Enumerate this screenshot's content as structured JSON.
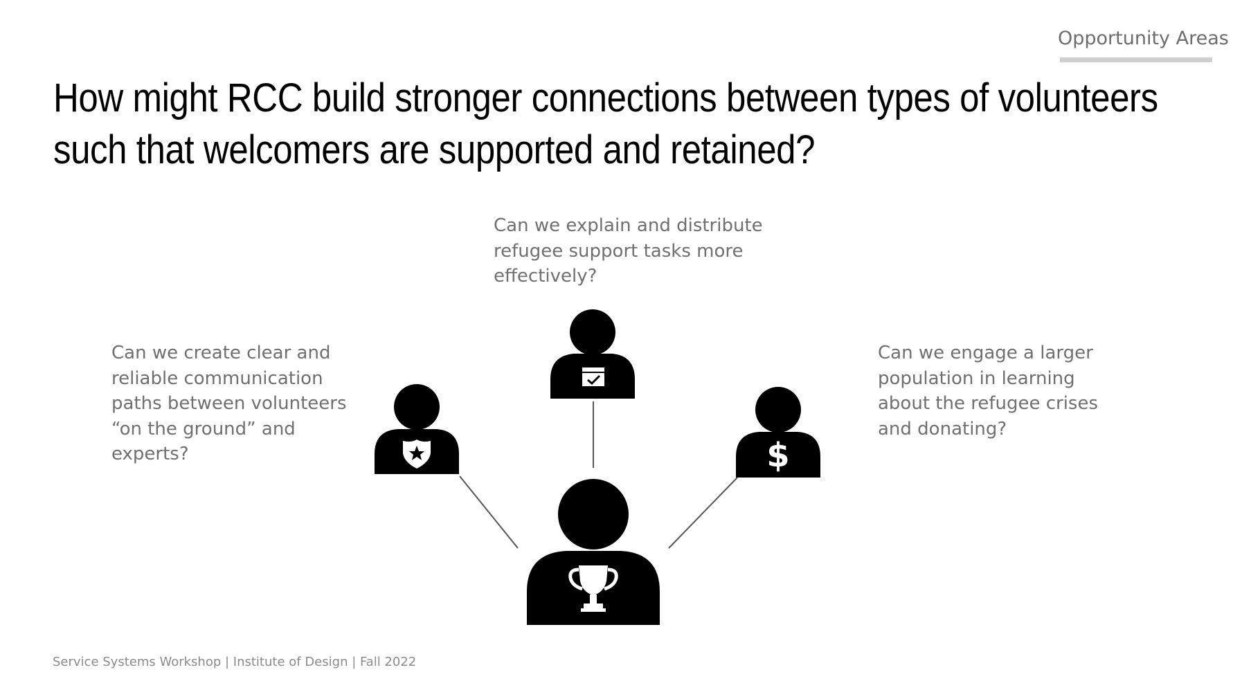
{
  "header": {
    "section_label": "Opportunity Areas",
    "title_lines": [
      "How might RCC build stronger connections between types of volunteers",
      "such that welcomers are supported and retained?"
    ]
  },
  "questions": {
    "left": [
      "Can we create clear and",
      "reliable communication",
      "paths between volunteers",
      "“on the ground” and",
      "experts?"
    ],
    "top": [
      "Can we explain and distribute",
      "refugee support tasks more",
      "effectively?"
    ],
    "right": [
      "Can we engage a larger",
      "population in learning",
      "about the refugee crises",
      "and donating?"
    ]
  },
  "figures": {
    "left_icon": "shield-star-icon",
    "top_icon": "calendar-check-icon",
    "right_icon": "dollar-sign-icon",
    "center_icon": "trophy-icon",
    "right_symbol": "$"
  },
  "footer": {
    "text": "Service Systems Workshop | Institute of Design | Fall 2022"
  },
  "colors": {
    "figure": "#000000",
    "connector": "#555555",
    "question_text": "#6f6f6f",
    "underline": "#cfcfcf"
  }
}
